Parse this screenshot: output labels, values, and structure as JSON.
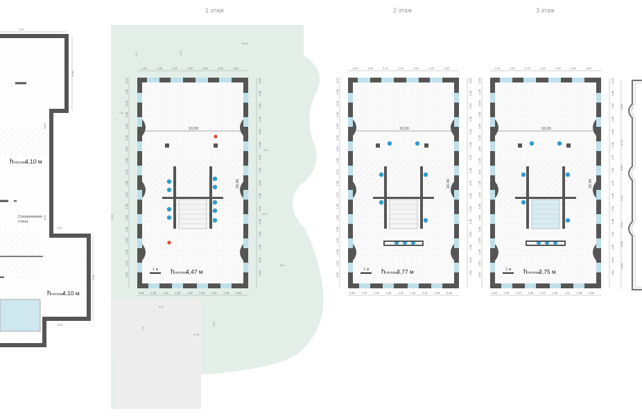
{
  "titles": {
    "floor1": "1 этаж",
    "floor2": "2 этаж",
    "floor3": "3 этаж"
  },
  "basement": {
    "height_sym": "h",
    "height_word": "потолка",
    "height_top": "4,10 м",
    "height_bottom": "4,10 м",
    "kept_wall_line1": "Сохраняемая",
    "kept_wall_line2": "стена",
    "dim_top": "7,20",
    "dim_right_a": "8,40",
    "dim_right_b": "1,67",
    "dim_right_c": "3,63",
    "dim_right_d": "4,42",
    "dim_mid": "3,91",
    "dim_right_e": "7,47",
    "dim_bottom": "3,44"
  },
  "floor1": {
    "width": "10,00",
    "length": "20,46",
    "scale": "1 м",
    "height_sym": "h",
    "height_word": "потолка",
    "height_value": "4,47 м",
    "site_dim_top": "18,16",
    "site_dim_left": "16,53",
    "site_dim_a": "4,33",
    "site_dim_b": "3,91",
    "site_dim_c": "5,78",
    "site_dim_d": "8,94",
    "site_dim_e": "11,44",
    "site_dim_f": "7,26",
    "site_dim_g": "6,15",
    "site_dim_h": "8,91",
    "site_dim_i": "1,67"
  },
  "floor2": {
    "width": "10,00",
    "length": "20,46",
    "scale": "1 м",
    "height_sym": "h",
    "height_word": "потолка",
    "height_value": "3,77 м"
  },
  "floor3": {
    "width": "10,00",
    "length": "20,46",
    "scale": "1 м",
    "height_sym": "h",
    "height_word": "потолка",
    "height_value": "3,75 м"
  },
  "dims": {
    "top": [
      "1,49",
      "1,00",
      "2,01",
      "1,00",
      "2,00",
      "1,00",
      "1,50"
    ],
    "bottom": [
      "0,84",
      "1,09",
      "1,32",
      "1,06",
      "1,32",
      "1,06",
      "1,31",
      "1,08",
      "0,86"
    ],
    "left": [
      "0,52",
      "1,00",
      "0,40",
      "1,00",
      "1,60",
      "1,00",
      "1,60",
      "1,00",
      "1,62",
      "1,00",
      "1,62",
      "1,00",
      "1,60",
      "1,00",
      "1,60",
      "1,00",
      "1,62",
      "0,52"
    ],
    "right": [
      "0,52",
      "1,00",
      "1,60",
      "1,00",
      "1,60",
      "1,00",
      "1,62",
      "1,00",
      "1,62",
      "1,00",
      "1,60",
      "1,00",
      "1,60",
      "1,00",
      "0,62",
      "0,52"
    ]
  },
  "colors": {
    "wall": "#555555",
    "window": "#bfe0ea",
    "site": "#e3eee9",
    "fixture": "#2f9bd0",
    "fire": "#e2452f",
    "hatch": "#e6e6e6",
    "pool": "#cfe7ef"
  },
  "floor4_partial": {
    "dim_a": "4,60",
    "dim_b": "1,73",
    "dim_c": "3,63",
    "dim_d": "2,22",
    "dim_e": "3,11",
    "dim_f": "0,98",
    "dim_g": "3,40"
  }
}
